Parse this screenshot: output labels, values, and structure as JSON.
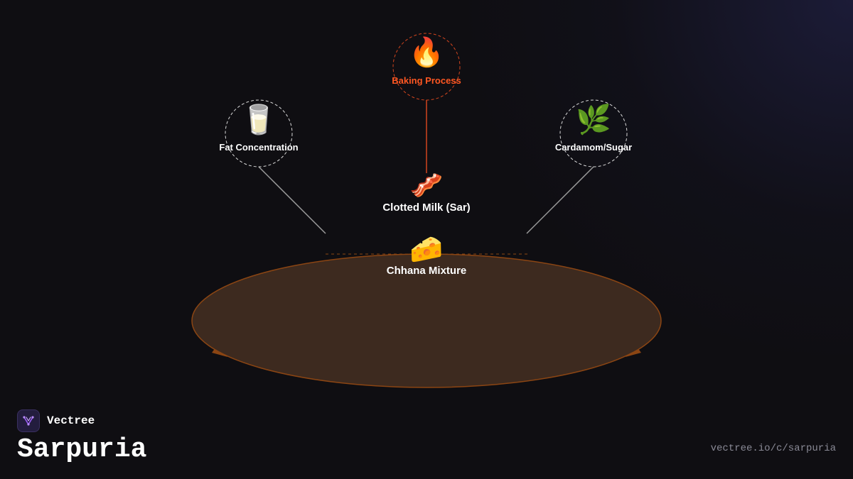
{
  "brand": {
    "name": "Vectree",
    "logo_icon": "vectree-logo-icon",
    "accent": "#9b5cf6"
  },
  "page": {
    "title": "Sarpuria",
    "url": "vectree.io/c/sarpuria"
  },
  "colors": {
    "background": "#0f0e12",
    "base_fill": "#3d2a1f",
    "base_stroke": "#8b4513",
    "process_accent": "#ff5722",
    "connector": "#9a9a9a"
  },
  "diagram": {
    "center": {
      "label": "Clotted Milk (Sar)",
      "emoji": "🥓",
      "icon": "bacon-icon"
    },
    "base": {
      "label": "Chhana Mixture",
      "emoji": "🧀",
      "icon": "cheese-icon"
    },
    "nodes": [
      {
        "id": "fat",
        "label": "Fat Concentration",
        "emoji": "🥛",
        "icon": "milk-glass-icon"
      },
      {
        "id": "baking",
        "label": "Baking Process",
        "emoji": "🔥",
        "icon": "fire-icon"
      },
      {
        "id": "cardamom",
        "label": "Cardamom/Sugar",
        "emoji": "🌿",
        "icon": "herb-icon"
      }
    ]
  }
}
